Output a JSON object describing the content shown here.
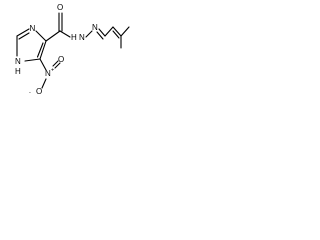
{
  "molecule": {
    "atoms": {
      "ring_n_top": "N",
      "ring_nh": "N",
      "ring_nh_h": "H",
      "amide_n": "N",
      "amide_nh_h": "H",
      "imine_n": "N",
      "carbonyl_o": "O",
      "nitro_n": "N",
      "nitro_charge_plus": "+",
      "nitro_o_top": "O",
      "nitro_o_left": "O",
      "nitro_charge_minus": "-"
    }
  }
}
